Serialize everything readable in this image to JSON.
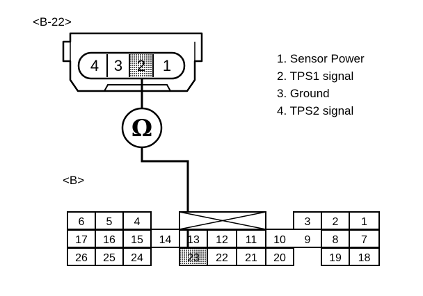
{
  "sensor_connector": {
    "label": "<B-22>",
    "pins": [
      {
        "num": "4",
        "highlight": false
      },
      {
        "num": "3",
        "highlight": false
      },
      {
        "num": "2",
        "highlight": true
      },
      {
        "num": "1",
        "highlight": false
      }
    ]
  },
  "meter": {
    "symbol": "Ω",
    "icon": "ohmmeter-icon"
  },
  "legend": [
    "1. Sensor Power",
    "2. TPS1 signal",
    "3. Ground",
    "4. TPS2 signal"
  ],
  "ecu_connector": {
    "label": "<B>",
    "pins": [
      {
        "num": "6",
        "highlight": false
      },
      {
        "num": "5",
        "highlight": false
      },
      {
        "num": "4",
        "highlight": false
      },
      {
        "num": "3",
        "highlight": false
      },
      {
        "num": "2",
        "highlight": false
      },
      {
        "num": "1",
        "highlight": false
      },
      {
        "num": "17",
        "highlight": false
      },
      {
        "num": "16",
        "highlight": false
      },
      {
        "num": "15",
        "highlight": false
      },
      {
        "num": "14",
        "highlight": false
      },
      {
        "num": "13",
        "highlight": false
      },
      {
        "num": "12",
        "highlight": false
      },
      {
        "num": "11",
        "highlight": false
      },
      {
        "num": "10",
        "highlight": false
      },
      {
        "num": "9",
        "highlight": false
      },
      {
        "num": "8",
        "highlight": false
      },
      {
        "num": "7",
        "highlight": false
      },
      {
        "num": "26",
        "highlight": false
      },
      {
        "num": "25",
        "highlight": false
      },
      {
        "num": "24",
        "highlight": false
      },
      {
        "num": "23",
        "highlight": true
      },
      {
        "num": "22",
        "highlight": false
      },
      {
        "num": "21",
        "highlight": false
      },
      {
        "num": "20",
        "highlight": false
      },
      {
        "num": "19",
        "highlight": false
      },
      {
        "num": "18",
        "highlight": false
      }
    ]
  },
  "colors": {
    "line": "#000000",
    "highlight": "#6e6e6e",
    "background": "#ffffff"
  }
}
